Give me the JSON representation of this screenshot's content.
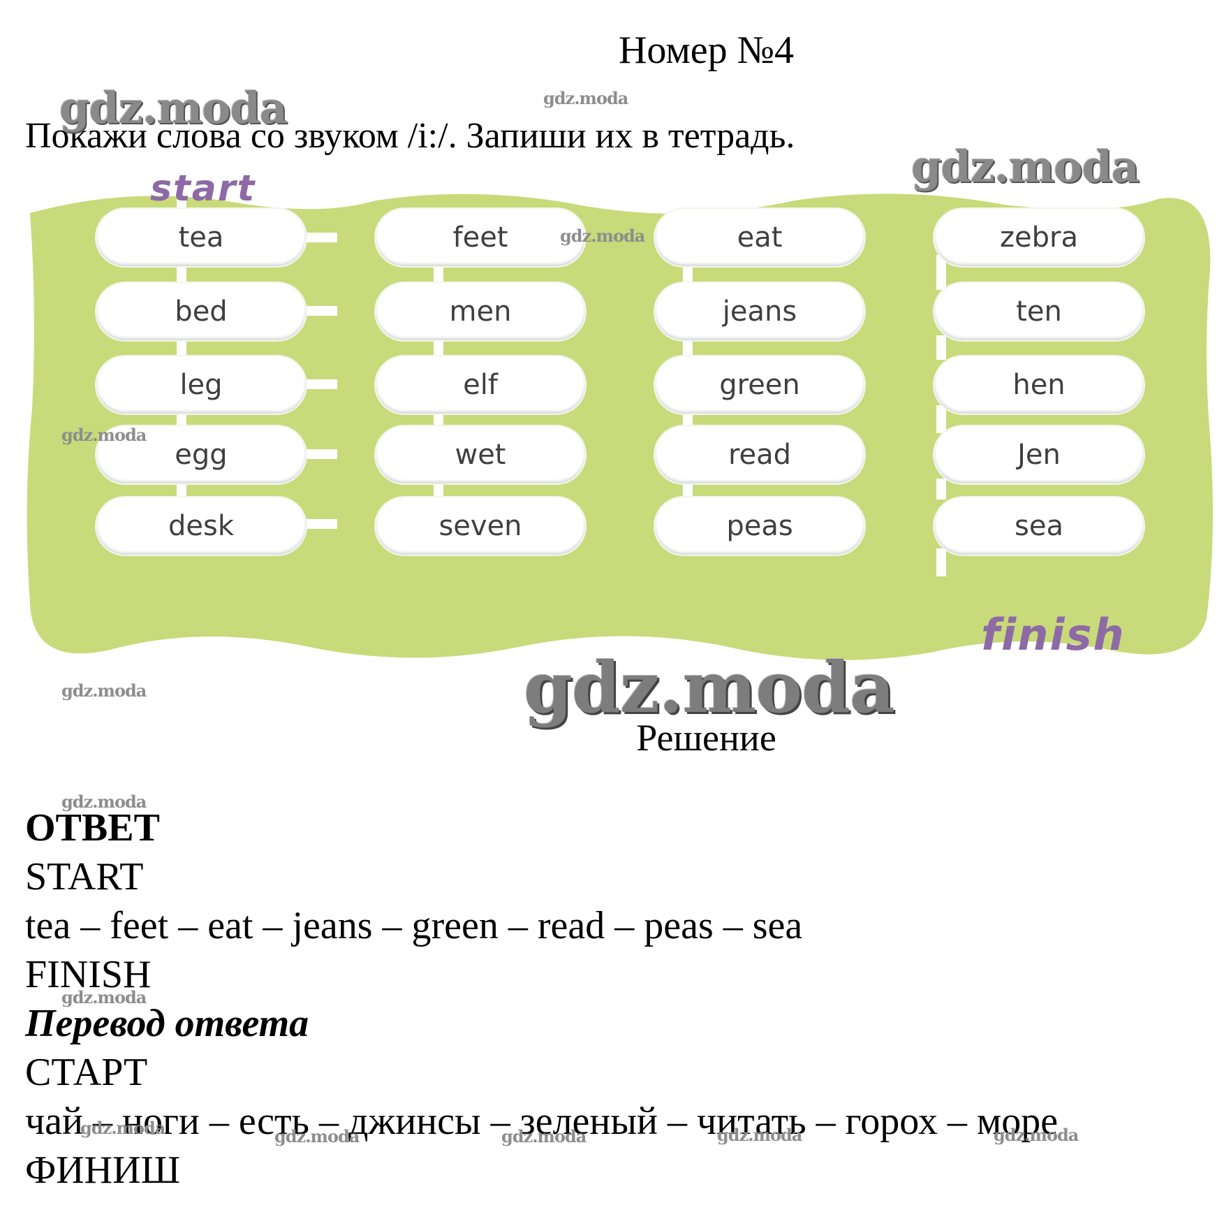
{
  "header": {
    "title": "Номер №4",
    "task": "Покажи слова со звуком /i:/. Запиши их в тетрадь."
  },
  "board": {
    "start_label": "start",
    "finish_label": "finish",
    "colors": {
      "background": "#c8da7a",
      "cell": "#ffffff",
      "handwriting": "#8d6aa6"
    },
    "rows": [
      [
        "tea",
        "feet",
        "eat",
        "zebra"
      ],
      [
        "bed",
        "men",
        "jeans",
        "ten"
      ],
      [
        "leg",
        "elf",
        "green",
        "hen"
      ],
      [
        "egg",
        "wet",
        "read",
        "Jen"
      ],
      [
        "desk",
        "seven",
        "peas",
        "sea"
      ]
    ]
  },
  "solution": {
    "title": "Решение",
    "answer_heading": "ОТВЕТ",
    "start": "START",
    "path": "tea – feet – eat – jeans – green – read – peas – sea",
    "finish": "FINISH",
    "translation_heading": "Перевод ответа",
    "start_ru": "СТАРТ",
    "path_ru": "чай – ноги – есть – джинсы – зеленый – читать – горох – море",
    "finish_ru": "ФИНИШ"
  },
  "watermark": "gdz.moda"
}
